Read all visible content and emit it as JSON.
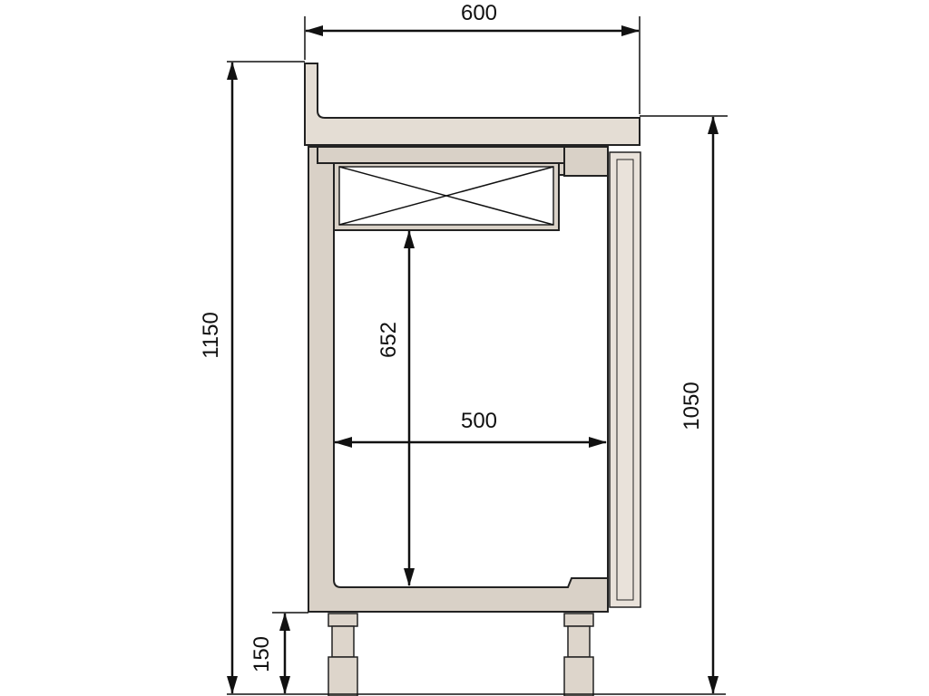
{
  "dimensions": {
    "overall_depth": "600",
    "overall_height": "1150",
    "worktop_height": "1050",
    "interior_height": "652",
    "interior_depth": "500",
    "leg_height": "150"
  },
  "colors": {
    "cabinet": "#d9d1c7",
    "worktop": "#e4ddd4",
    "outline": "#222222",
    "dimension": "#111111"
  }
}
